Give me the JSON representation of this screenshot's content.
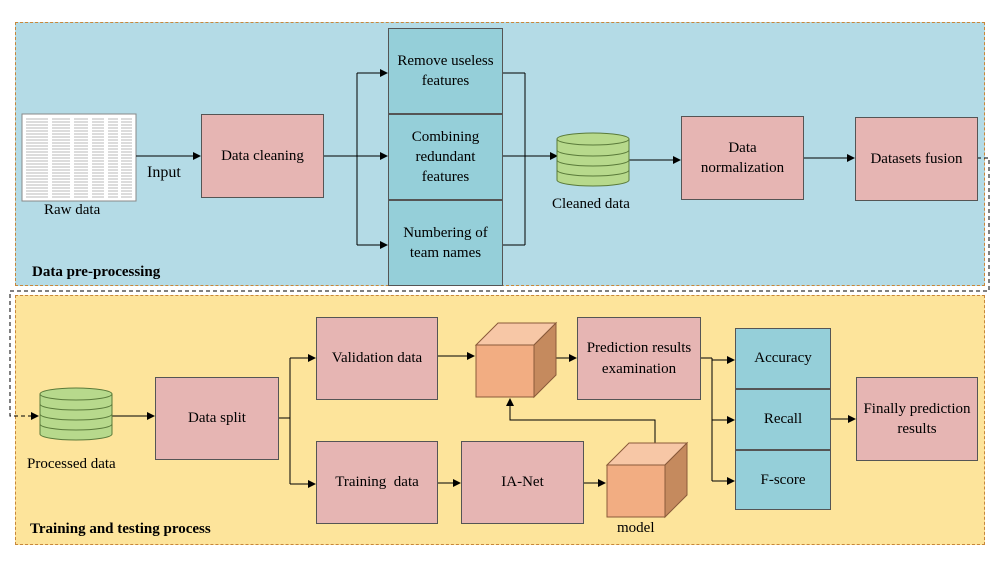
{
  "top_panel": {
    "title": "Data pre-processing",
    "raw_data_label": "Raw data",
    "input_label": "Input",
    "data_cleaning": "Data cleaning",
    "remove_useless": "Remove useless features",
    "combining_redundant": "Combining redundant features",
    "numbering_team": "Numbering of team names",
    "cleaned_data_label": "Cleaned data",
    "data_normalization": "Data normalization",
    "datasets_fusion": "Datasets fusion"
  },
  "bottom_panel": {
    "title": "Training and testing process",
    "processed_data_label": "Processed data",
    "data_split": "Data split",
    "validation_data": "Validation data",
    "training_data": "Training  data",
    "ia_net": "IA-Net",
    "model_label": "model",
    "prediction_examination": "Prediction results examination",
    "accuracy": "Accuracy",
    "recall": "Recall",
    "f_score": "F-score",
    "final_results": "Finally prediction results"
  },
  "colors": {
    "top_panel_bg": "#b4dbe6",
    "bottom_panel_bg": "#fde49b",
    "process_box": "#e6b5b3",
    "metric_box": "#95cfd9",
    "database": "#b7d98c",
    "cube": "#f2ad82"
  }
}
